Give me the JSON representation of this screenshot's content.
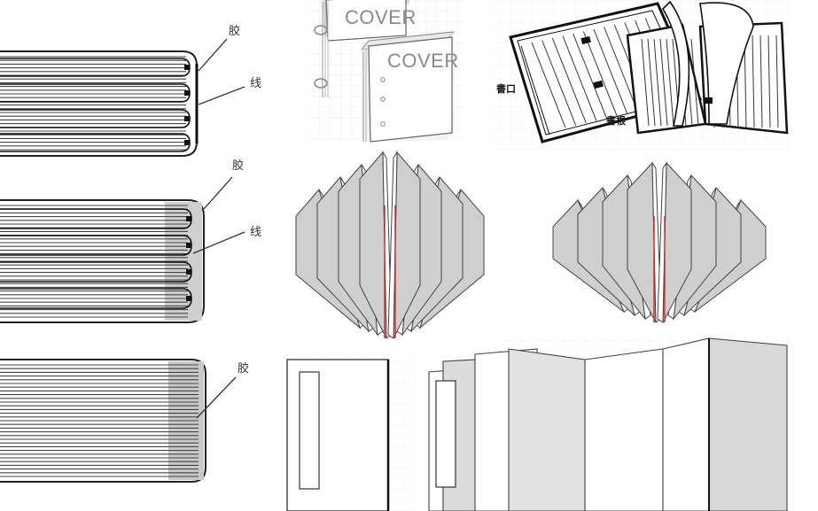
{
  "labels": {
    "glue": "胶",
    "thread": "线",
    "cover": "COVER",
    "fore_edge": "書口",
    "spine_root": "書根"
  }
}
